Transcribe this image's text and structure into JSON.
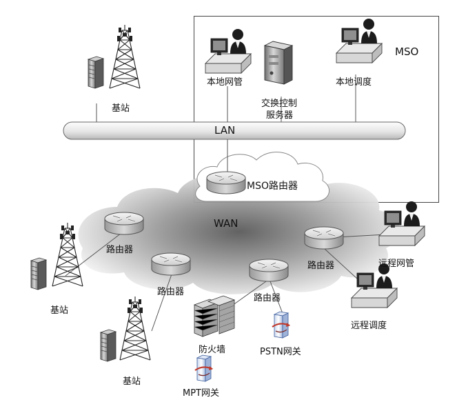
{
  "diagram": {
    "site_label": "MSO",
    "lan_label": "LAN",
    "wan_label": "WAN",
    "mso_router_label": "MSO路由器",
    "local_nms_label": "本地网管",
    "switch_server_label_line1": "交换控制",
    "switch_server_label_line2": "服务器",
    "local_dispatch_label": "本地调度",
    "base_station_top_label": "基站",
    "base_station_left_label": "基站",
    "base_station_bottom_label": "基站",
    "router_a_label": "路由器",
    "router_b_label": "路由器",
    "router_c_label": "路由器",
    "router_d_label": "路由器",
    "firewall_label": "防火墙",
    "pstn_gateway_label": "PSTN网关",
    "mpt_gateway_label": "MPT网关",
    "remote_nms_label": "远程网管",
    "remote_dispatch_label": "远程调度"
  },
  "icons": {
    "router": "router-icon",
    "tower": "radio-tower-icon",
    "server": "server-icon",
    "workstation": "operator-workstation-icon",
    "firewall": "firewall-icon",
    "gateway": "gateway-icon"
  }
}
